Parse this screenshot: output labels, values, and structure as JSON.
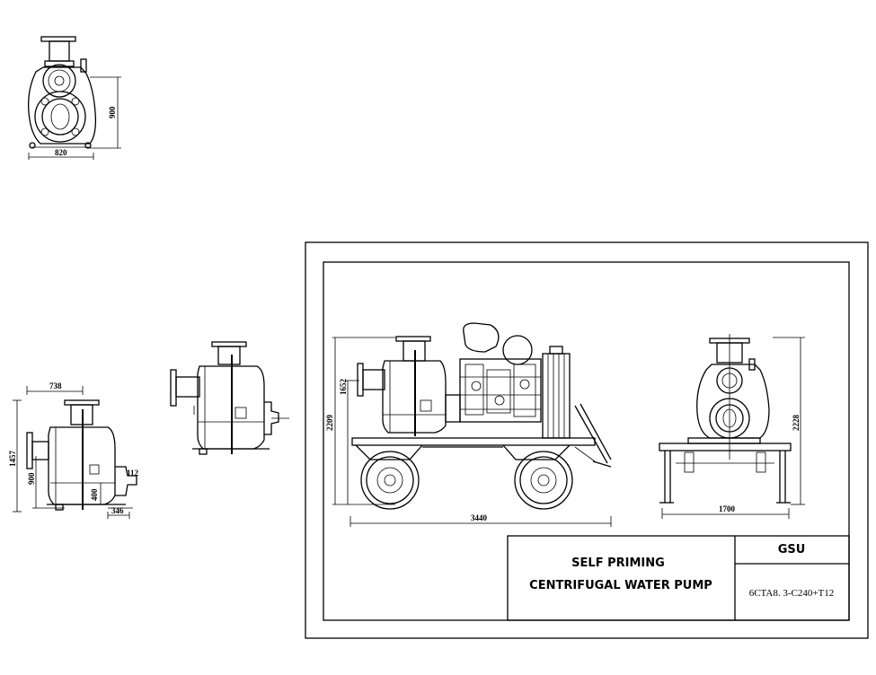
{
  "title_block": {
    "company": "GSU",
    "title_line1": "SELF PRIMING",
    "title_line2": "CENTRIFUGAL WATER PUMP",
    "model": "6CTA8. 3-C240+T12"
  },
  "dimensions": {
    "front_width": "820",
    "front_height": "900",
    "side_top_width": "738",
    "side_total_height": "1457",
    "side_height": "900",
    "side_400": "400",
    "side_112": "112",
    "side_346": "346",
    "trailer_height_total": "2209",
    "trailer_height": "1652",
    "trailer_length": "3440",
    "end_height": "2228",
    "end_width": "1700"
  }
}
